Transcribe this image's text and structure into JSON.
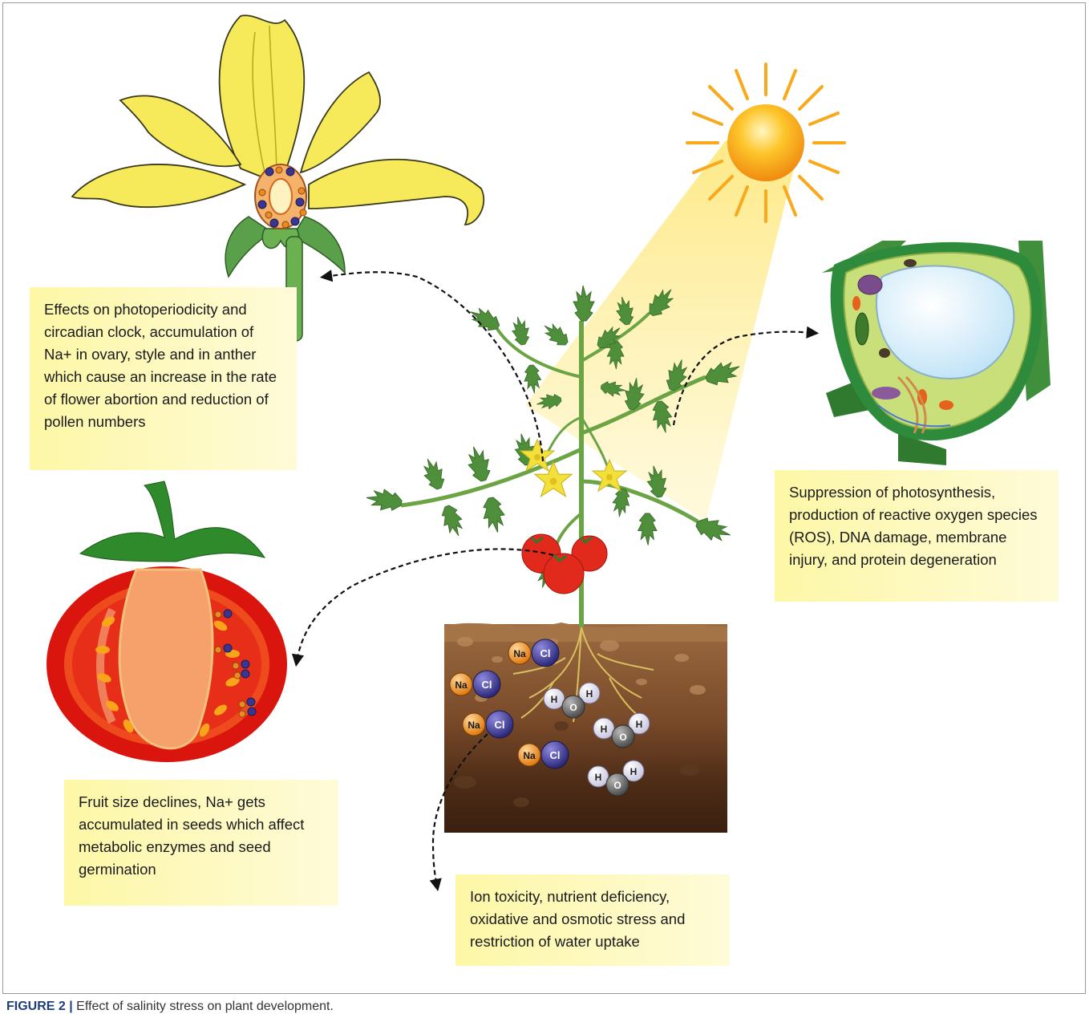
{
  "notes": {
    "flower": "Effects on photoperiodicity and circadian clock, accumulation of Na+ in ovary, style and in anther which cause an increase in the rate of flower abortion and reduction of pollen numbers",
    "cell": "Suppression of photosynthesis, production of reactive oxygen species (ROS), DNA damage, membrane injury, and protein degeneration",
    "fruit": "Fruit size declines, Na+ gets accumulated in seeds which affect metabolic enzymes and seed germination",
    "root": "Ion toxicity, nutrient deficiency, oxidative and osmotic stress and restriction of water uptake"
  },
  "ions": {
    "sodium": "Na",
    "chloride": "Cl",
    "hydrogen": "H",
    "oxygen": "O"
  },
  "caption": {
    "label": "FIGURE 2 |",
    "text": "Effect of salinity stress on plant development."
  },
  "colors": {
    "note_bg": "#fdf7a6",
    "sodium": "#ee8a22",
    "chloride": "#3a3590",
    "water_h": "#ecebf5",
    "water_o": "#6e6e6e",
    "leaf": "#4e8f3a",
    "tomato": "#e12a1c",
    "soil": "#7a4a2a",
    "sun": "#fbb516"
  },
  "icons": [
    "sun-icon",
    "flower-icon",
    "plant-cell-icon",
    "tomato-slice-icon",
    "tomato-plant-icon",
    "soil-icon",
    "arrow-icon"
  ]
}
